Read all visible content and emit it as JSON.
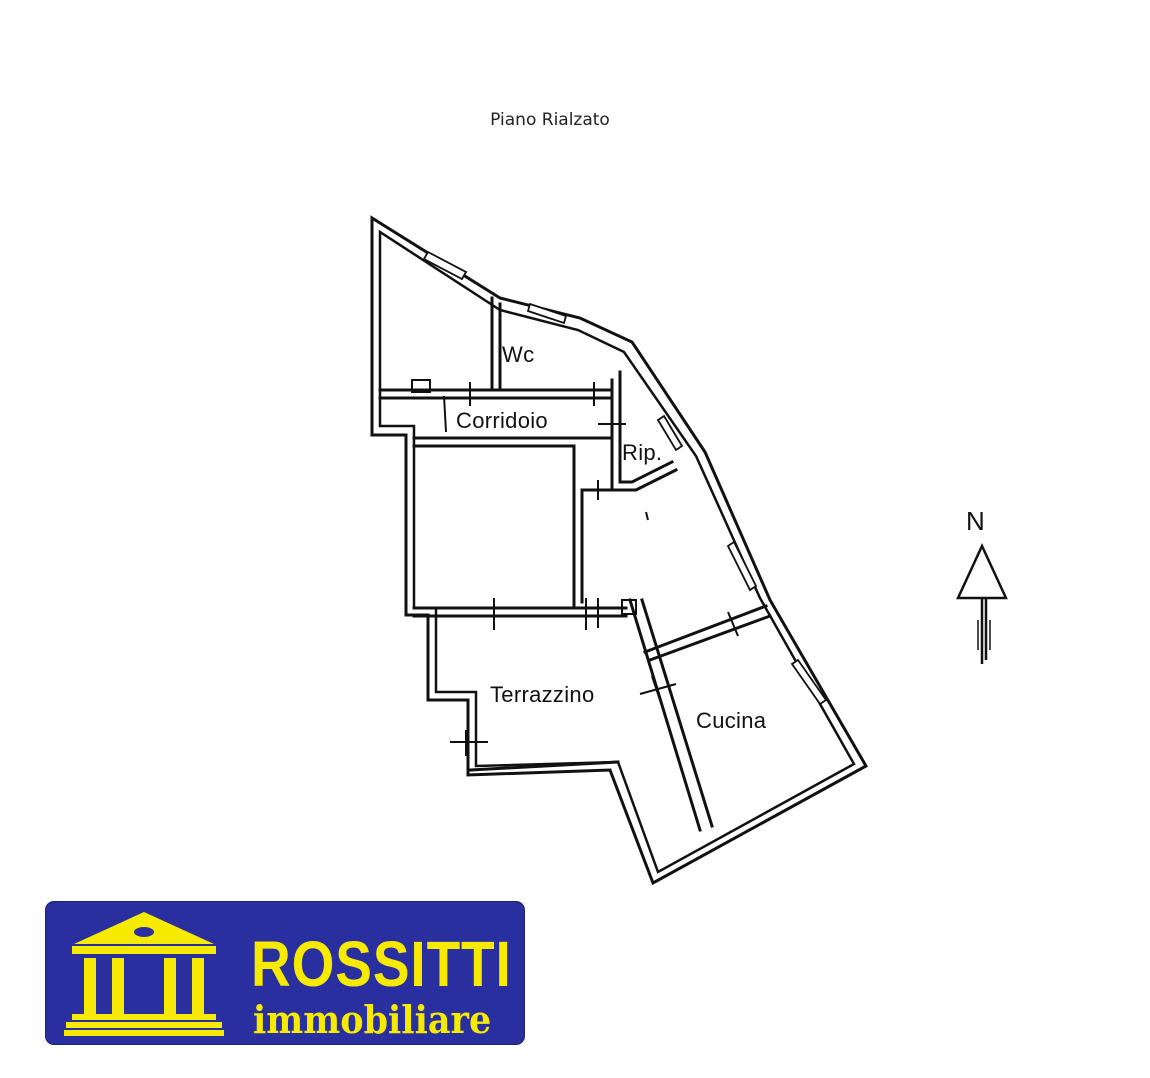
{
  "title": "Piano Rialzato",
  "rooms": {
    "wc": "Wc",
    "corridoio": "Corridoio",
    "rip": "Rip.",
    "terrazzino": "Terrazzino",
    "cucina": "Cucina"
  },
  "compass": {
    "label": "N"
  },
  "logo": {
    "brand": "ROSSITTI",
    "subtitle": "immobiliare",
    "background_color": "#2a2fa0",
    "text_color": "#f6ea00"
  }
}
